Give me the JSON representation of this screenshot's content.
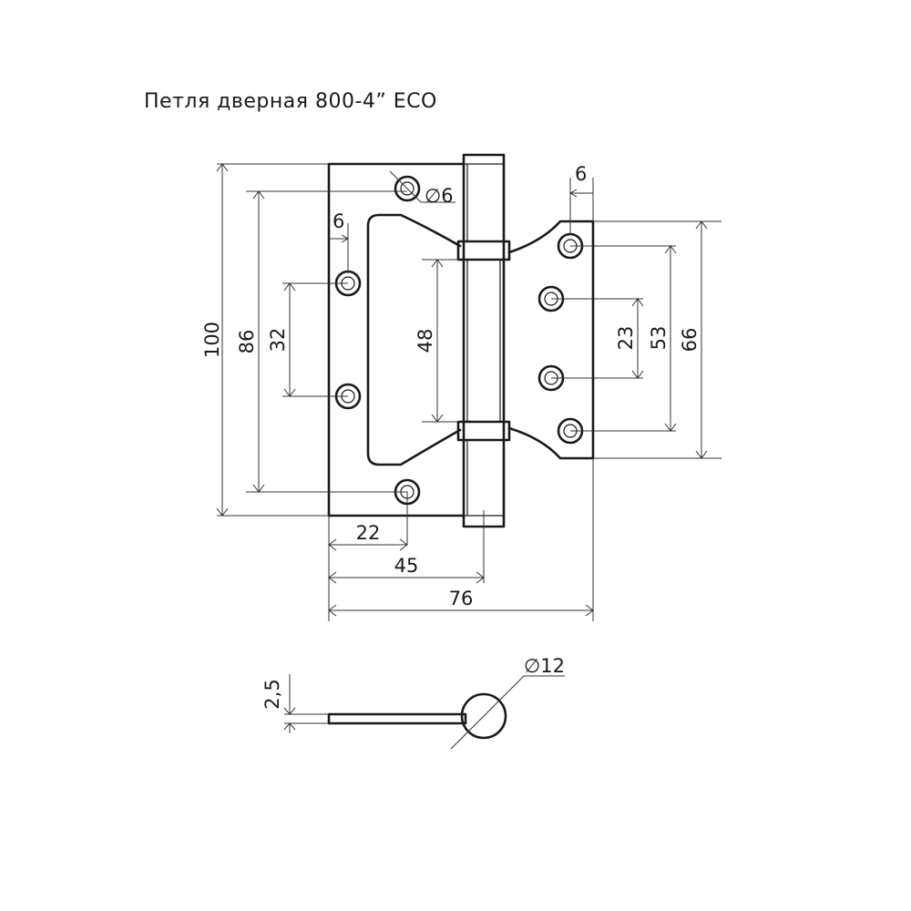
{
  "title": "Петля  дверная 800-4” ECO",
  "dimensions": {
    "d_hole": "∅6",
    "d6_left": "6",
    "d6_right": "6",
    "h100": "100",
    "h86": "86",
    "h32": "32",
    "h48": "48",
    "h23": "23",
    "h53": "53",
    "h66": "66",
    "w22": "22",
    "w45": "45",
    "w76": "76",
    "t25": "2,5",
    "d12": "∅12"
  },
  "colors": {
    "line": "#1a1a1a",
    "background": "#ffffff"
  }
}
